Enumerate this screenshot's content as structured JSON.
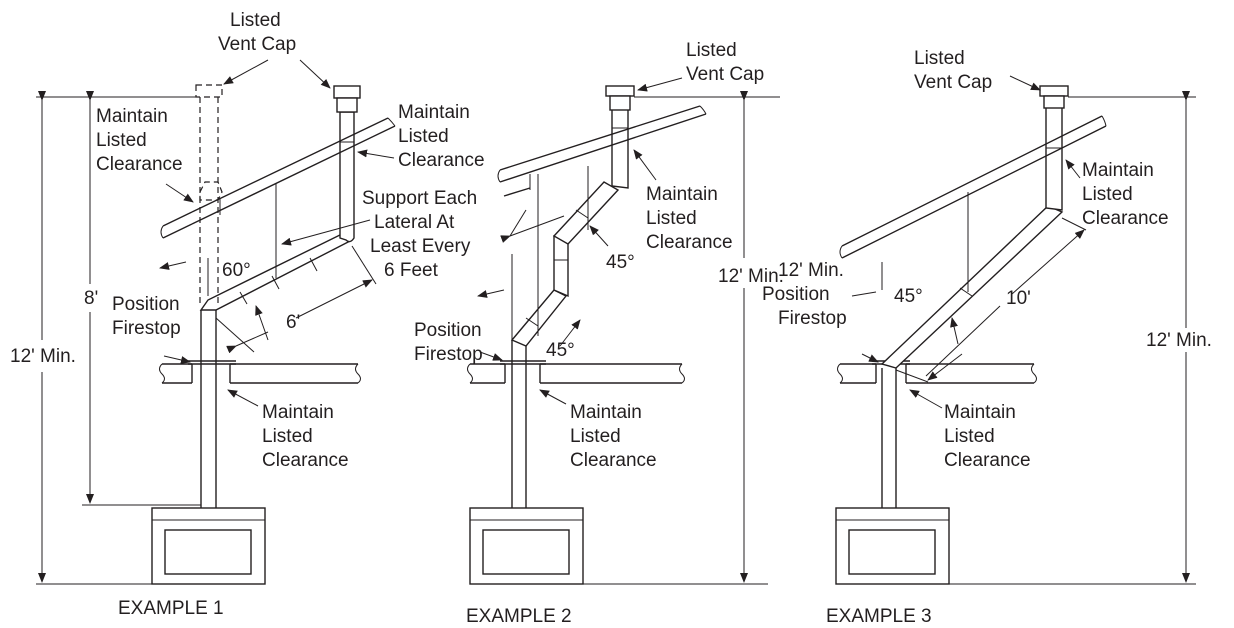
{
  "labels": {
    "listed_vent_cap": [
      "Listed",
      "Vent Cap"
    ],
    "maintain_listed_clearance": [
      "Maintain",
      "Listed",
      "Clearance"
    ],
    "support_each_lateral": [
      "Support Each",
      "Lateral At",
      "Least Every",
      "6 Feet"
    ],
    "position_firestop": [
      "Position",
      "Firestop"
    ],
    "position_firestop_ex3": [
      "12' Min.",
      "Position",
      "Firestop"
    ],
    "angle_60": "60°",
    "angle_45": "45°",
    "len_6": "6'",
    "len_10": "10'",
    "height_8": "8'",
    "height_12_min": "12' Min."
  },
  "examples": [
    {
      "caption": "EXAMPLE 1"
    },
    {
      "caption": "EXAMPLE 2"
    },
    {
      "caption": "EXAMPLE 3"
    }
  ]
}
